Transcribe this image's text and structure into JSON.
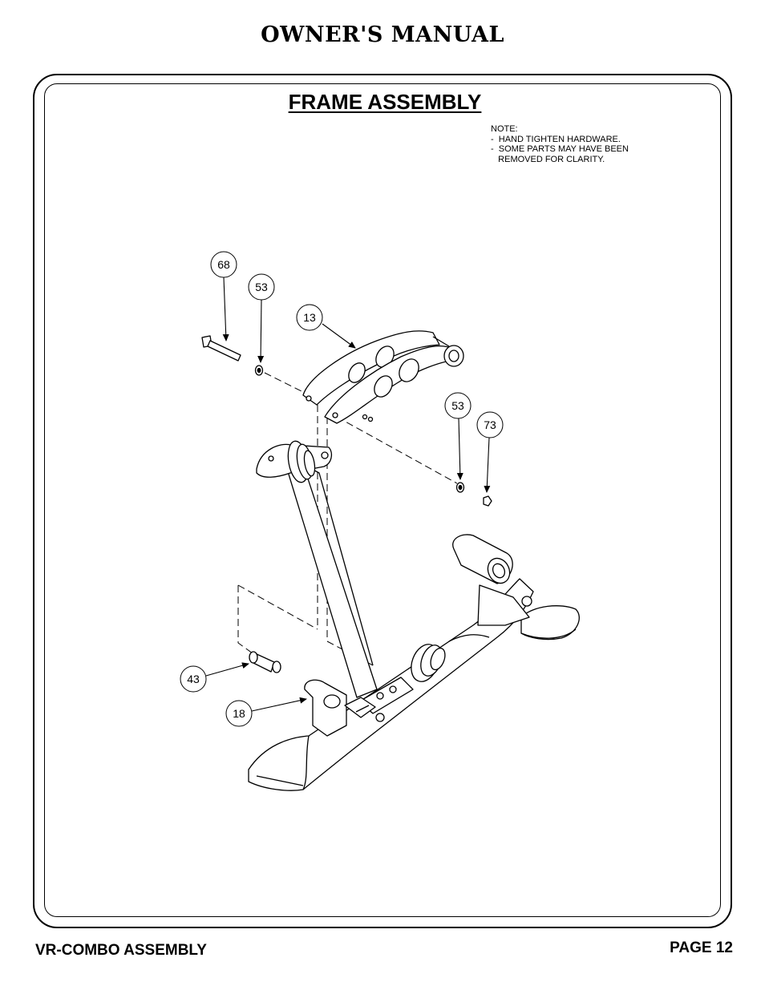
{
  "header": {
    "title": "OWNER'S MANUAL"
  },
  "section": {
    "title": "FRAME ASSEMBLY"
  },
  "note": {
    "lines": [
      "NOTE:",
      "-  HAND TIGHTEN HARDWARE.",
      "-  SOME PARTS MAY HAVE BEEN",
      "   REMOVED FOR CLARITY."
    ]
  },
  "callouts": {
    "c68": "68",
    "c53a": "53",
    "c13": "13",
    "c53b": "53",
    "c73": "73",
    "c43": "43",
    "c18": "18"
  },
  "footer": {
    "left": "VR-COMBO ASSEMBLY",
    "right": "PAGE 12"
  }
}
